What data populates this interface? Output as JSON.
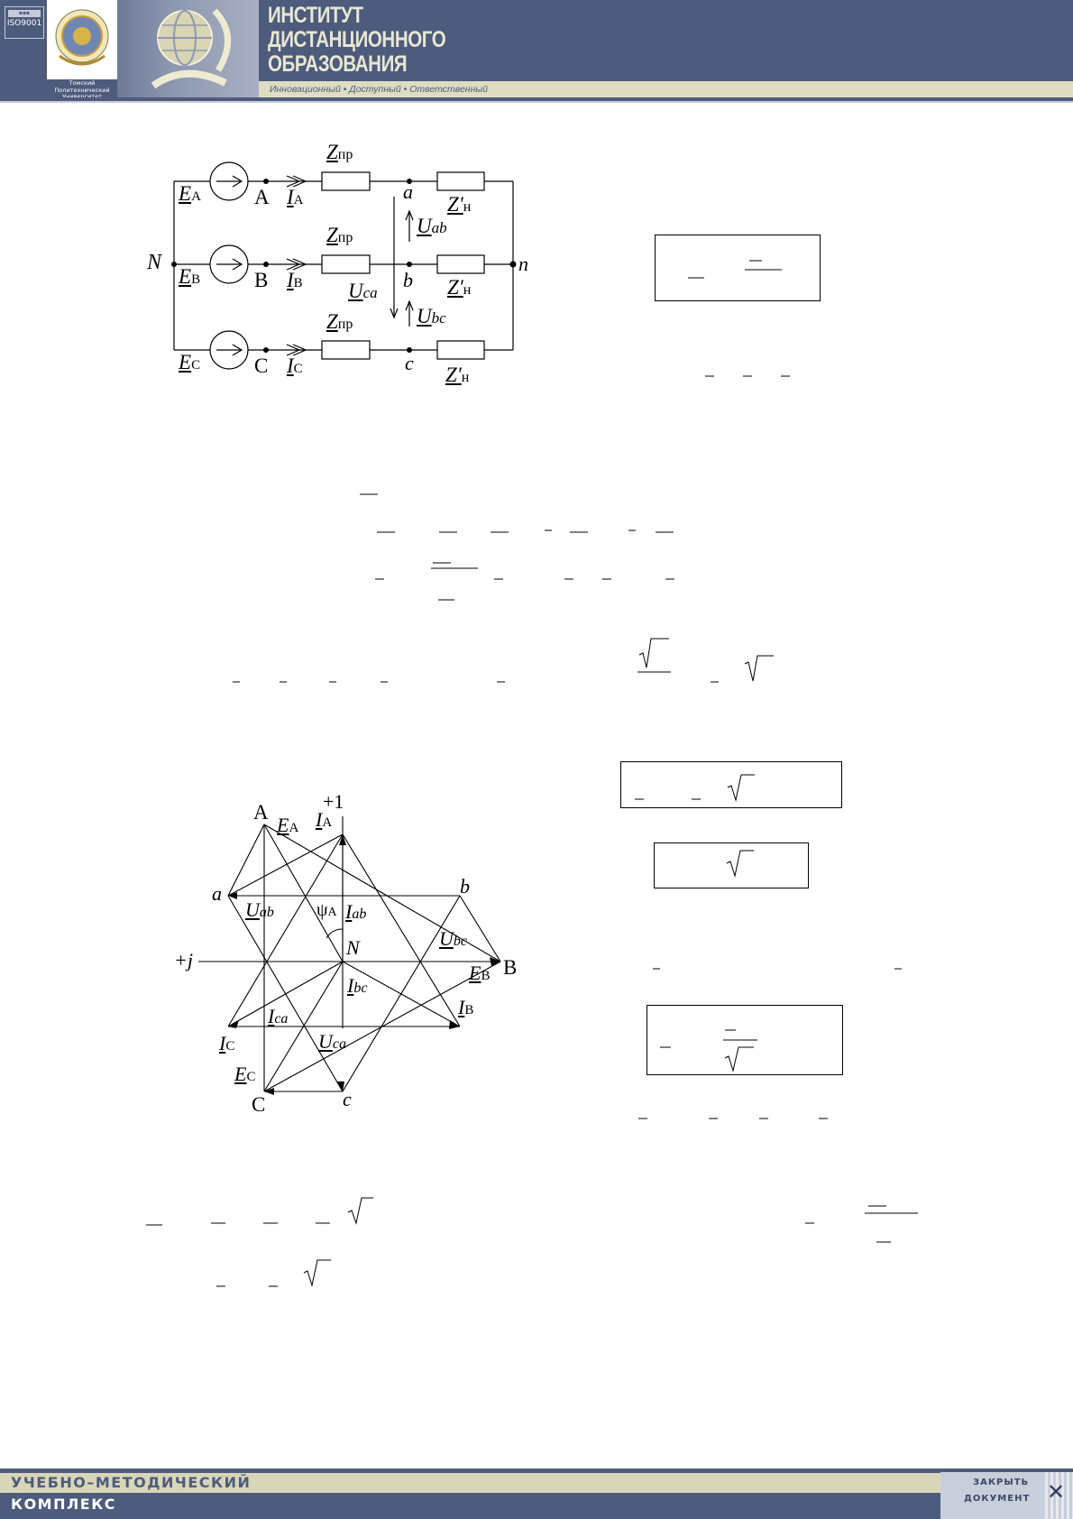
{
  "header": {
    "iso_label": "ISO9001",
    "university_lines": [
      "Томский",
      "Политехнический",
      "Университет"
    ],
    "title_lines": [
      "ИНСТИТУТ",
      "ДИСТАНЦИОННОГО",
      "ОБРАЗОВАНИЯ"
    ],
    "slogan": "Инновационный • Доступный • Ответственный"
  },
  "circuit": {
    "N": "N",
    "n": "n",
    "nodes_source": [
      "A",
      "B",
      "C"
    ],
    "nodes_load": [
      "a",
      "b",
      "c"
    ],
    "E": [
      "E",
      "E",
      "E"
    ],
    "E_sub": [
      "A",
      "B",
      "C"
    ],
    "I": [
      "I",
      "I",
      "I"
    ],
    "I_sub": [
      "A",
      "B",
      "C"
    ],
    "Zpr": "Z",
    "Zpr_sub": "пр",
    "Zn": "Z'",
    "Zn_sub": "н",
    "U": "U",
    "Uab_sub": "ab",
    "Ubc_sub": "bc",
    "Uca_sub": "ca"
  },
  "phasor": {
    "plus_one": "+1",
    "plus_j": "+j",
    "A": "A",
    "B": "B",
    "C": "C",
    "N": "N",
    "a": "a",
    "b": "b",
    "c": "c",
    "psi": "ψ",
    "psi_sub": "A",
    "E": "E",
    "E_subs": [
      "A",
      "B",
      "C"
    ],
    "I": "I",
    "I_subs": [
      "A",
      "B",
      "C"
    ],
    "I_ab": "ab",
    "I_bc": "bc",
    "I_ca": "ca",
    "U": "U",
    "U_ab": "ab",
    "U_bc": "bc",
    "U_ca": "ca"
  },
  "footer": {
    "line1": "УЧЕБНО–МЕТОДИЧЕСКИЙ",
    "line2": "КОМПЛЕКС",
    "close_line1": "ЗАКРЫТЬ",
    "close_line2": "ДОКУМЕНТ",
    "close_glyph": "✕"
  },
  "colors": {
    "header_blue": "#4d5b7c",
    "sand": "#dedcc1",
    "close_panel": "#c9cedb"
  }
}
